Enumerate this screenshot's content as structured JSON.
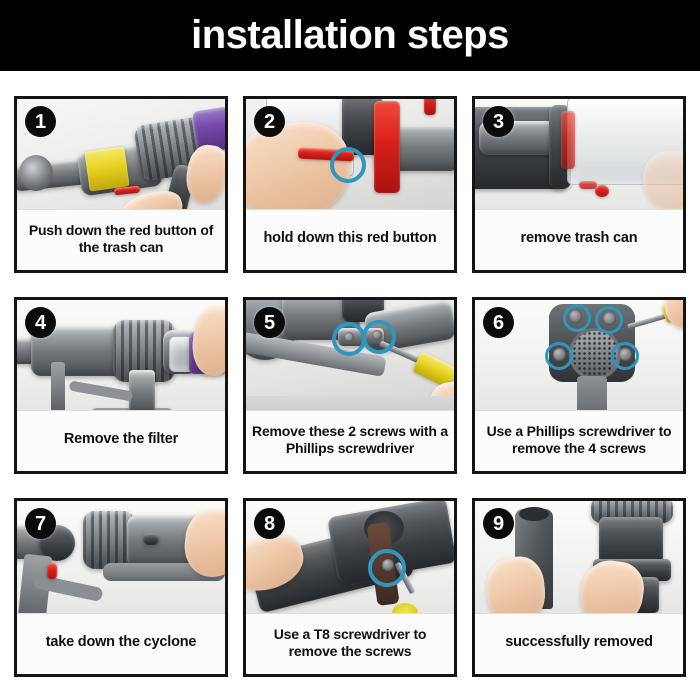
{
  "header": {
    "title": "installation steps",
    "background_color": "#000000",
    "text_color": "#ffffff"
  },
  "theme": {
    "panel_border_color": "#141414",
    "badge_background": "#0b0b0b",
    "badge_text_color": "#ffffff",
    "annotation_ring_color": "#2f96bd",
    "caption_text_color": "#101010",
    "page_background": "#ffffff"
  },
  "grid": {
    "columns": 3,
    "rows": 3,
    "panel_count": 9
  },
  "steps": [
    {
      "number": "1",
      "caption": "Push down the red button of the trash can",
      "caption_lines": [
        "Push down the red button",
        "of the trash can"
      ],
      "annotations": 0,
      "scene": "vacuum-with-yellow-label-and-hand-pressing-red-button"
    },
    {
      "number": "2",
      "caption": "hold down this red button",
      "caption_lines": [
        "hold down this red button"
      ],
      "annotations": 1,
      "scene": "closeup-hand-holding-red-release-button"
    },
    {
      "number": "3",
      "caption": "remove trash can",
      "caption_lines": [
        "remove trash can"
      ],
      "annotations": 0,
      "scene": "clear-bin-sliding-off-vacuum-body"
    },
    {
      "number": "4",
      "caption": "Remove the filter",
      "caption_lines": [
        "Remove the filter"
      ],
      "annotations": 0,
      "scene": "hand-pulling-purple-filter-from-cyclone-assembly"
    },
    {
      "number": "5",
      "caption": "Remove these 2 screws with a Phillips screwdriver",
      "caption_lines": [
        "Remove these 2 screws with",
        "a Phillips screwdriver"
      ],
      "annotations": 2,
      "scene": "yellow-phillips-screwdriver-at-two-circled-screws"
    },
    {
      "number": "6",
      "caption": "Use a Phillips screwdriver to remove the 4 screws",
      "caption_lines": [
        "Use a Phillips screwdriver",
        "to remove the 4 screws"
      ],
      "annotations": 4,
      "scene": "cyclone-face-with-four-circled-screws-and-screwdriver"
    },
    {
      "number": "7",
      "caption": "take down the cyclone",
      "caption_lines": [
        "take down the cyclone"
      ],
      "annotations": 0,
      "scene": "hand-lifting-cyclone-assembly-off-handle-body"
    },
    {
      "number": "8",
      "caption": "Use a T8 screwdriver to remove the screws",
      "caption_lines": [
        "Use a T8 screwdriver to",
        "remove the screws"
      ],
      "annotations": 1,
      "scene": "t8-screwdriver-at-circled-screw-on-motor-housing"
    },
    {
      "number": "9",
      "caption": "successfully removed",
      "caption_lines": [
        "successfully removed"
      ],
      "annotations": 0,
      "scene": "two-hands-holding-separated-cover-and-cyclone-unit"
    }
  ]
}
